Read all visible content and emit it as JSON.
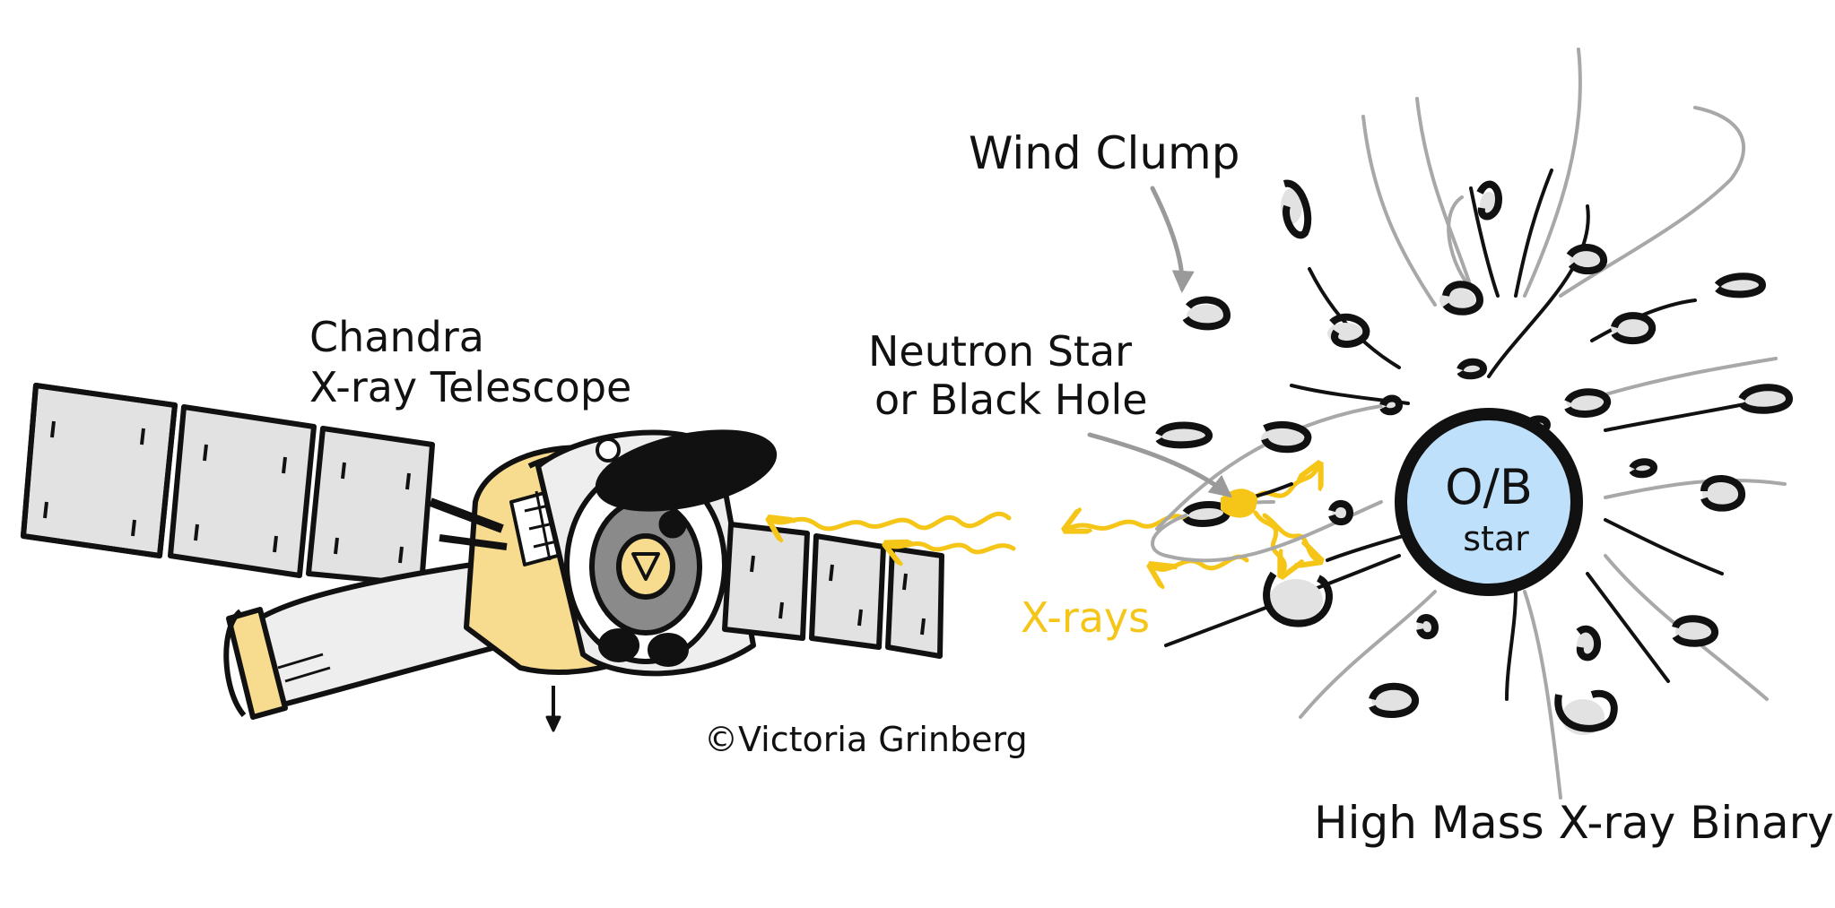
{
  "labels": {
    "telescope_line1": "Chandra",
    "telescope_line2": "X-ray Telescope",
    "wind_clump": "Wind Clump",
    "compact_line1": "Neutron Star",
    "compact_line2": "or Black Hole",
    "star_line1": "O/B",
    "star_line2": "star",
    "xrays": "X-rays",
    "system": "High Mass X-ray Binary",
    "credit": "©Victoria Grinberg"
  },
  "colors": {
    "ink": "#111111",
    "xray_yellow": "#f5c518",
    "star_fill": "#bfe0fb",
    "panel_gray": "#e2e2e2",
    "gold_foil": "#f7dc8f",
    "wind_line_gray": "#a8a8a8",
    "arrow_gray": "#9a9a9a"
  }
}
